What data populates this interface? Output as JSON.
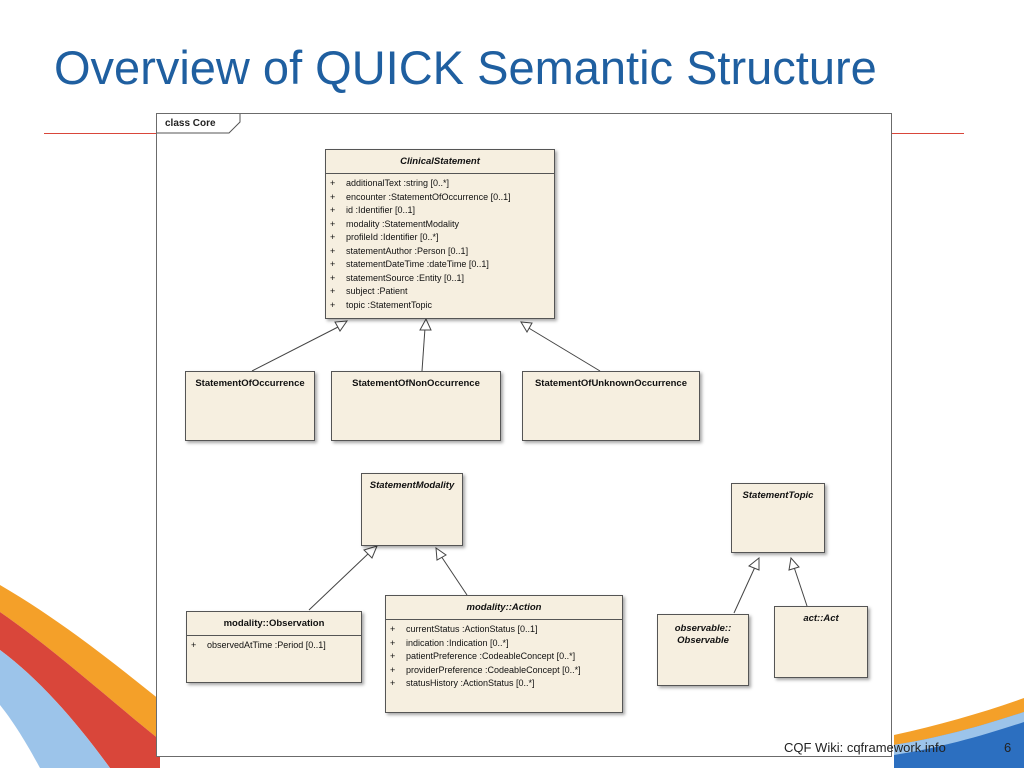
{
  "slide": {
    "title": "Overview of QUICK Semantic Structure",
    "footer": "CQF Wiki: cqframework.info",
    "page_number": "6"
  },
  "colors": {
    "title": "#1f5fa0",
    "rule": "#d9463a",
    "class_fill": "#f6efe0",
    "swoosh_orange": "#f4a029",
    "swoosh_red": "#d9463a",
    "swoosh_blue": "#2c6fc0"
  },
  "diagram": {
    "frame_label": "class Core",
    "classes": {
      "clinical_statement": {
        "name": "ClinicalStatement",
        "attributes": [
          {
            "vis": "+",
            "text": "additionalText  :string [0..*]"
          },
          {
            "vis": "+",
            "text": "encounter  :StatementOfOccurrence [0..1]"
          },
          {
            "vis": "+",
            "text": "id  :Identifier [0..1]"
          },
          {
            "vis": "+",
            "text": "modality  :StatementModality"
          },
          {
            "vis": "+",
            "text": "profileId  :Identifier [0..*]"
          },
          {
            "vis": "+",
            "text": "statementAuthor  :Person [0..1]"
          },
          {
            "vis": "+",
            "text": "statementDateTime  :dateTime [0..1]"
          },
          {
            "vis": "+",
            "text": "statementSource  :Entity [0..1]"
          },
          {
            "vis": "+",
            "text": "subject  :Patient"
          },
          {
            "vis": "+",
            "text": "topic  :StatementTopic"
          }
        ]
      },
      "statement_of_occurrence": {
        "name": "StatementOfOccurrence"
      },
      "statement_of_non_occurrence": {
        "name": "StatementOfNonOccurrence"
      },
      "statement_of_unknown_occurrence": {
        "name": "StatementOfUnknownOccurrence"
      },
      "statement_modality": {
        "name": "StatementModality"
      },
      "statement_topic": {
        "name": "StatementTopic"
      },
      "observation": {
        "name": "modality::Observation",
        "attributes": [
          {
            "vis": "+",
            "text": "observedAtTime  :Period [0..1]"
          }
        ]
      },
      "action": {
        "name": "modality::Action",
        "attributes": [
          {
            "vis": "+",
            "text": "currentStatus  :ActionStatus [0..1]"
          },
          {
            "vis": "+",
            "text": "indication  :Indication [0..*]"
          },
          {
            "vis": "+",
            "text": "patientPreference  :CodeableConcept [0..*]"
          },
          {
            "vis": "+",
            "text": "providerPreference  :CodeableConcept [0..*]"
          },
          {
            "vis": "+",
            "text": "statusHistory  :ActionStatus [0..*]"
          }
        ]
      },
      "observable": {
        "name": "observable::\nObservable"
      },
      "act": {
        "name": "act::Act"
      }
    }
  }
}
